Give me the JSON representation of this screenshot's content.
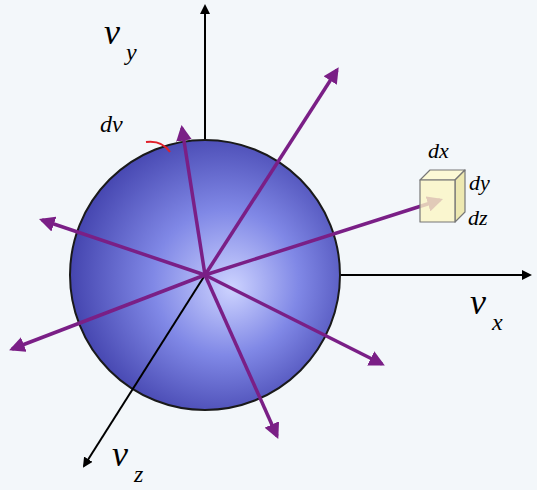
{
  "diagram": {
    "labels": [
      "v",
      "y",
      "v",
      "x",
      "v",
      "z",
      "dv",
      "dx",
      "dy",
      "dz"
    ]
  }
}
